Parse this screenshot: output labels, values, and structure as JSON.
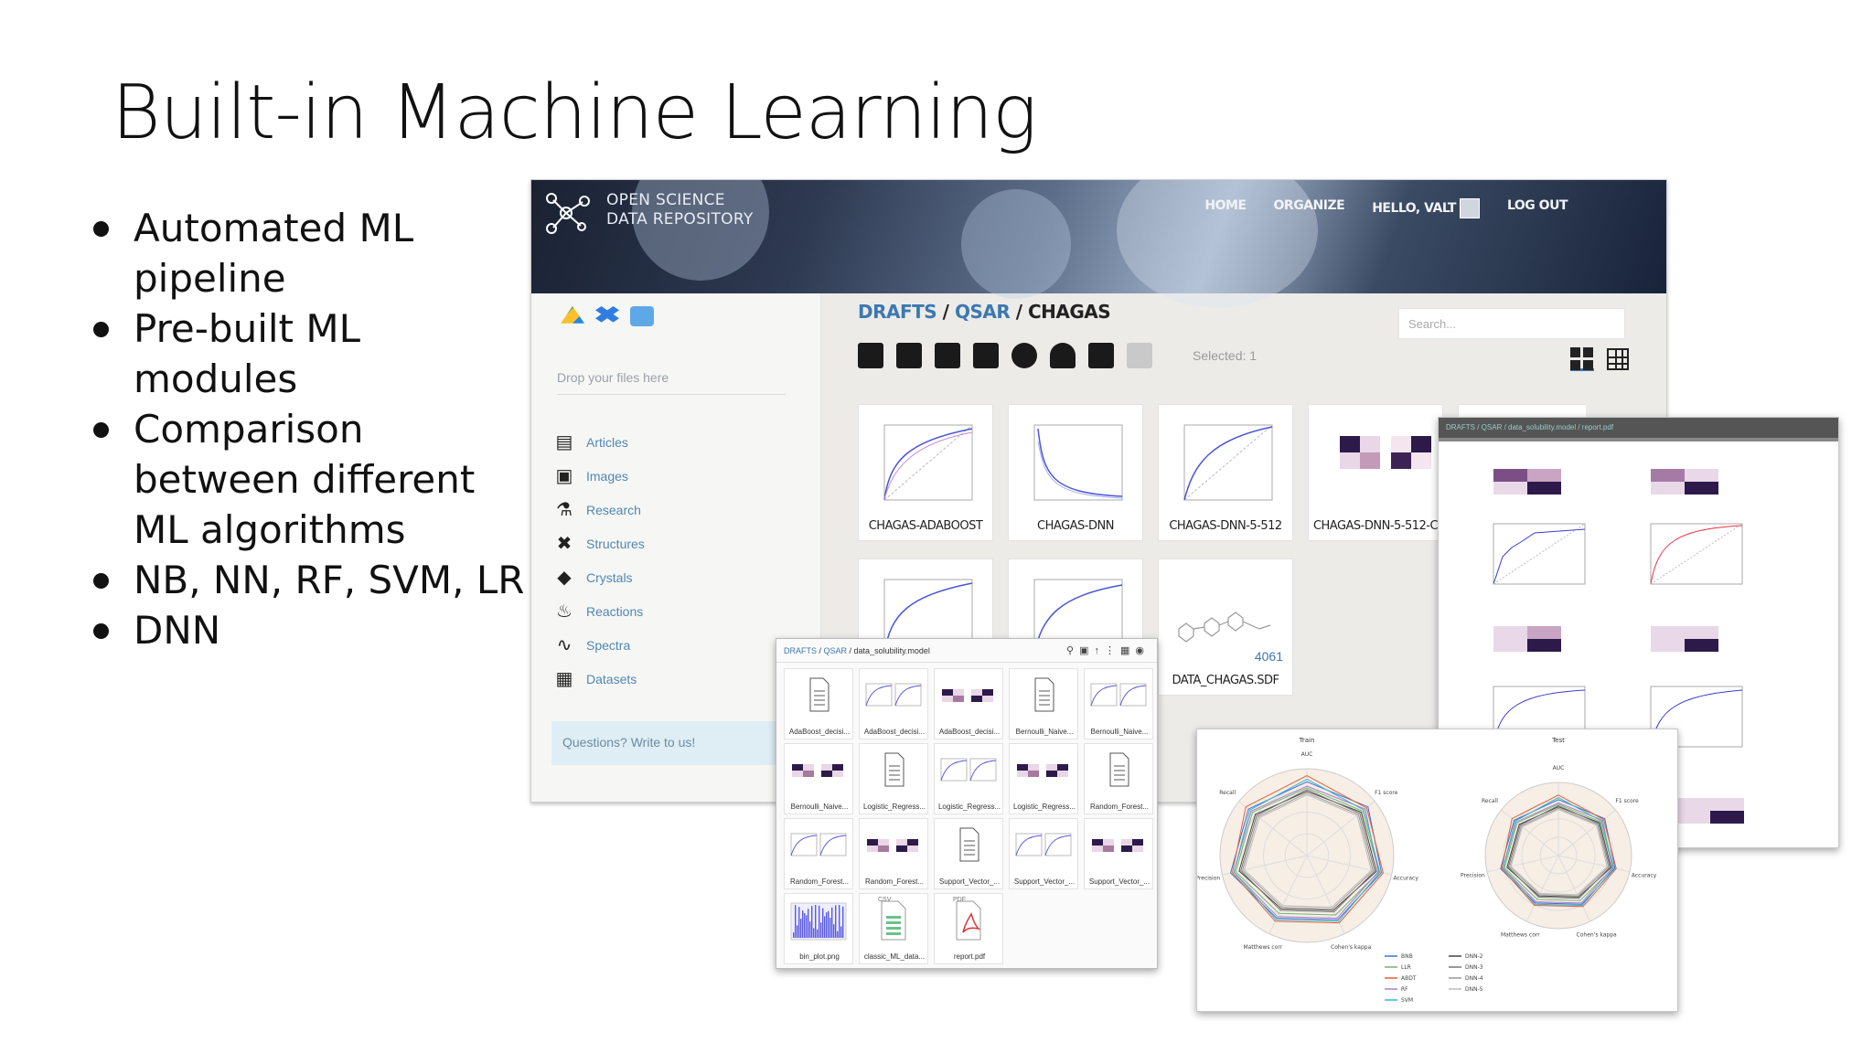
{
  "slide": {
    "title": "Built-in Machine Learning",
    "bullets": [
      {
        "line1": "Automated ML",
        "line2": "pipeline"
      },
      {
        "line1": "Pre-built ML",
        "line2": "modules"
      },
      {
        "line1": "Comparison",
        "line2": "between different",
        "line3": "ML algorithms"
      },
      {
        "line1": "NB, NN, RF, SVM, LR"
      },
      {
        "line1": "DNN"
      }
    ]
  },
  "app": {
    "brand_line1": "OPEN SCIENCE",
    "brand_line2": "DATA REPOSITORY",
    "nav": {
      "home": "HOME",
      "organize": "ORGANIZE",
      "hello": "HELLO, VALT",
      "logout": "LOG OUT"
    },
    "dropzone": "Drop your files here",
    "sidebar": [
      {
        "label": "Articles",
        "icon": "articles-icon"
      },
      {
        "label": "Images",
        "icon": "image-icon"
      },
      {
        "label": "Research",
        "icon": "microscope-icon"
      },
      {
        "label": "Structures",
        "icon": "molecule-icon"
      },
      {
        "label": "Crystals",
        "icon": "crystal-icon"
      },
      {
        "label": "Reactions",
        "icon": "flame-icon"
      },
      {
        "label": "Spectra",
        "icon": "chart-icon"
      },
      {
        "label": "Datasets",
        "icon": "table-icon"
      }
    ],
    "questions": "Questions? Write to us!",
    "breadcrumb": {
      "root": "DRAFTS",
      "sep": "/",
      "mid": "QSAR",
      "current": "CHAGAS"
    },
    "search_placeholder": "Search...",
    "selected": "Selected: 1",
    "files": [
      {
        "label": "CHAGAS-ADABOOST"
      },
      {
        "label": "CHAGAS-DNN"
      },
      {
        "label": "CHAGAS-DNN-5-512"
      },
      {
        "label": "CHAGAS-DNN-5-512-C"
      },
      {
        "label": ""
      },
      {
        "label": ""
      },
      {
        "label": "DATA_CHAGAS.SDF",
        "count": "4061"
      }
    ]
  },
  "folder": {
    "breadcrumb": {
      "root": "DRAFTS",
      "mid": "QSAR",
      "current": "data_solubility.model"
    },
    "files": [
      {
        "label": "AdaBoost_decisi...",
        "kind": "doc"
      },
      {
        "label": "AdaBoost_decisi...",
        "kind": "plot"
      },
      {
        "label": "AdaBoost_decisi...",
        "kind": "matrix"
      },
      {
        "label": "Bernoulli_Naive...",
        "kind": "doc"
      },
      {
        "label": "Bernoulli_Naive...",
        "kind": "plot"
      },
      {
        "label": "Bernoulli_Naive...",
        "kind": "matrix"
      },
      {
        "label": "Logistic_Regress...",
        "kind": "doc"
      },
      {
        "label": "Logistic_Regress...",
        "kind": "plot"
      },
      {
        "label": "Logistic_Regress...",
        "kind": "matrix"
      },
      {
        "label": "Random_Forest...",
        "kind": "doc"
      },
      {
        "label": "Random_Forest...",
        "kind": "plot"
      },
      {
        "label": "Random_Forest...",
        "kind": "matrix"
      },
      {
        "label": "Support_Vector_...",
        "kind": "doc"
      },
      {
        "label": "Support_Vector_...",
        "kind": "plot"
      },
      {
        "label": "Support_Vector_...",
        "kind": "matrix"
      },
      {
        "label": "bin_plot.png",
        "kind": "bars"
      },
      {
        "label": "classic_ML_data...",
        "kind": "csv",
        "tag": "CSV"
      },
      {
        "label": "report.pdf",
        "kind": "pdf",
        "tag": "PDF"
      }
    ]
  },
  "report": {
    "breadcrumb": "DRAFTS / QSAR / data_solubility.model / report.pdf"
  },
  "radar": {
    "left_title": "Train",
    "right_title": "Test",
    "axes": [
      "AUC",
      "F1 score",
      "Accuracy",
      "Cohen's kappa",
      "Matthews corr",
      "Precision",
      "Recall"
    ],
    "legend": [
      "BNB",
      "LLR",
      "ABDT",
      "RF",
      "SVM",
      "DNN-2",
      "DNN-3",
      "DNN-4",
      "DNN-5"
    ],
    "colors": [
      "#3a6fd8",
      "#6fb86f",
      "#e0613a",
      "#b07cd0",
      "#35b5c4",
      "#444444",
      "#777777",
      "#999999",
      "#bbbbbb"
    ]
  }
}
